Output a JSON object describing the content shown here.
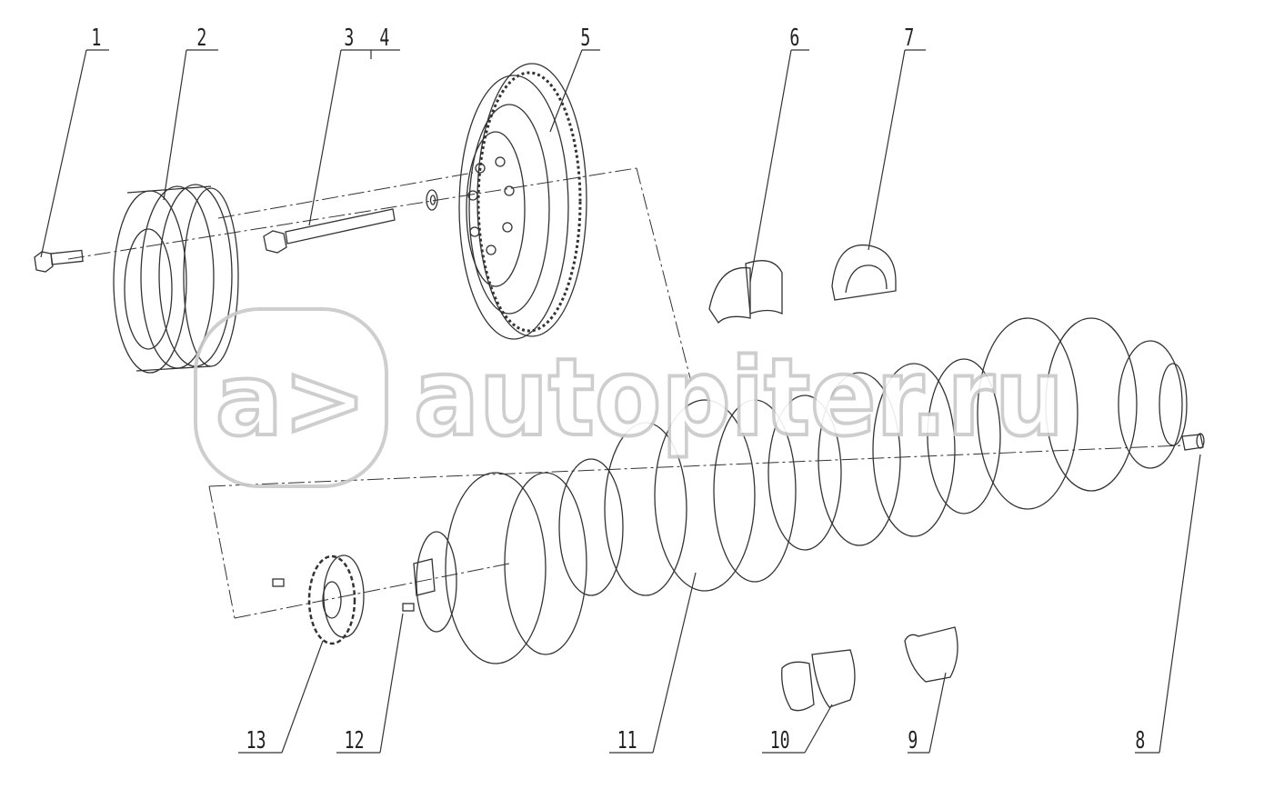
{
  "diagram": {
    "watermark": {
      "logo_glyphs": "a>",
      "text": "autopiter.ru"
    },
    "callouts": [
      {
        "id": "1",
        "label": "1"
      },
      {
        "id": "2",
        "label": "2"
      },
      {
        "id": "3",
        "label": "3"
      },
      {
        "id": "4",
        "label": "4"
      },
      {
        "id": "5",
        "label": "5"
      },
      {
        "id": "6",
        "label": "6"
      },
      {
        "id": "7",
        "label": "7"
      },
      {
        "id": "8",
        "label": "8"
      },
      {
        "id": "9",
        "label": "9"
      },
      {
        "id": "10",
        "label": "10"
      },
      {
        "id": "11",
        "label": "11"
      },
      {
        "id": "12",
        "label": "12"
      },
      {
        "id": "13",
        "label": "13"
      }
    ],
    "colors": {
      "line": "#333333",
      "watermark": "#c9c9c9",
      "background": "#ffffff"
    }
  }
}
